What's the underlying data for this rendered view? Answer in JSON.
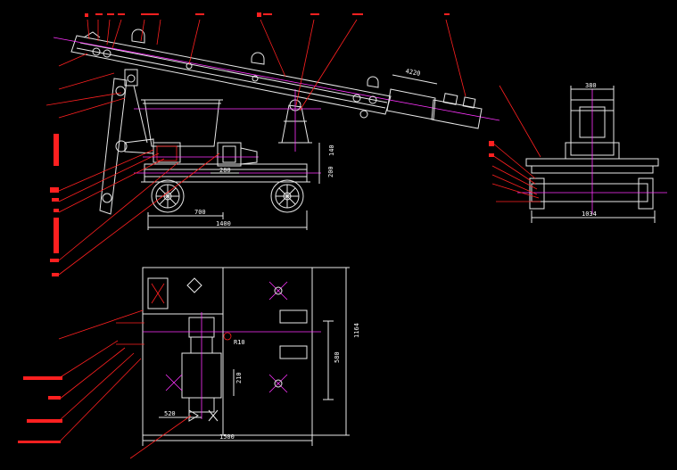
{
  "colors": {
    "background": "#000000",
    "linework": "#e8e8e8",
    "leader": "#ff2020",
    "centerline": "#ff33ff",
    "dimension_text": "#ffffff"
  },
  "dimensions": {
    "side_length_total": "1400",
    "side_offset": "700",
    "side_height_upper": "140",
    "side_height_lower": "200",
    "side_small": "280",
    "conveyor_section": "4220",
    "end_top_width": "380",
    "end_bottom_width": "1034",
    "plan_width": "1500",
    "plan_height_total": "1164",
    "plan_height_inner": "580",
    "plan_motor": "210",
    "plan_offset": "520",
    "plan_radius": "R10"
  }
}
